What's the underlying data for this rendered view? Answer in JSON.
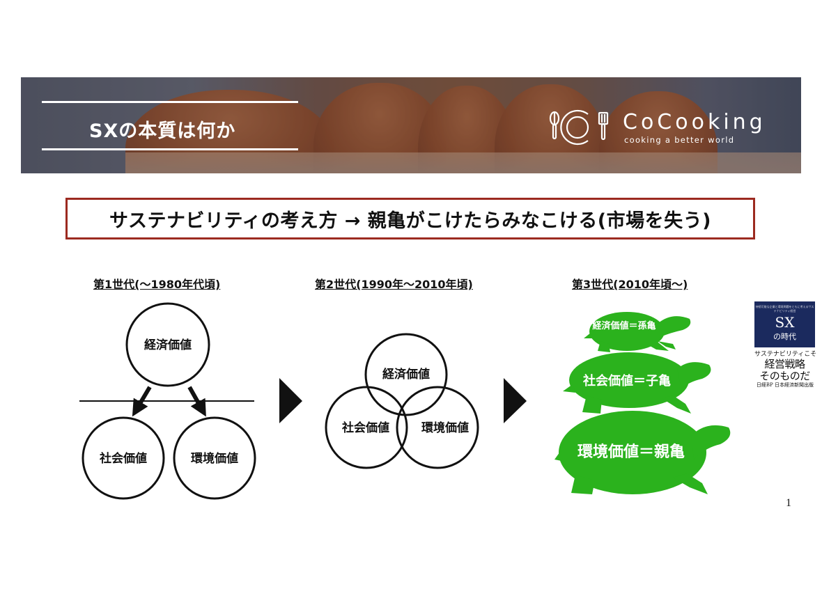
{
  "banner": {
    "title": "SXの本質は何か",
    "logo": {
      "name": "CoCooking",
      "tagline": "cooking a better world"
    }
  },
  "headline": "サステナビリティの考え方 → 親亀がこけたらみなこける(市場を失う)",
  "colors": {
    "headline_border": "#9c2a20",
    "turtle_green": "#2bb21d",
    "book_navy": "#1b2a5e"
  },
  "generations": [
    {
      "label": "第1世代(〜1980年代頃)",
      "type": "hierarchy",
      "values": [
        "経済価値",
        "社会価値",
        "環境価値"
      ]
    },
    {
      "label": "第2世代(1990年〜2010年頃)",
      "type": "venn",
      "values": [
        "経済価値",
        "社会価値",
        "環境価値"
      ]
    },
    {
      "label": "第3世代(2010年頃〜)",
      "type": "stacked-turtles",
      "values": [
        "経済価値＝孫亀",
        "社会価値＝子亀",
        "環境価値＝親亀"
      ]
    }
  ],
  "book": {
    "blurb": "持続可能な企業と環境問題をともに考えるサステナビリティ経営",
    "title_main": "SX",
    "title_sub": "の時代",
    "subtitle_1": "サステナビリティこそ",
    "subtitle_2": "経営戦略",
    "subtitle_3": "そのものだ",
    "author": "日経BP 日本経済新聞出版"
  },
  "page_number": "1"
}
